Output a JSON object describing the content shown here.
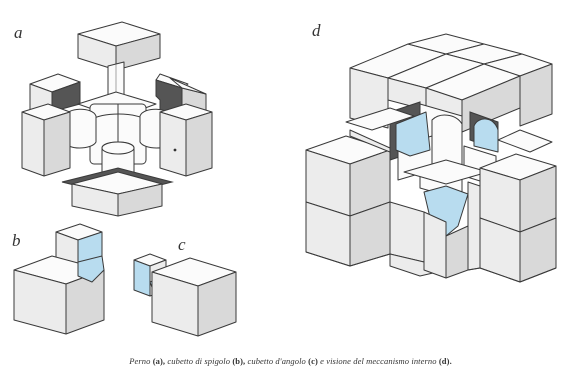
{
  "figure": {
    "labels": {
      "a": "a",
      "b": "b",
      "c": "c",
      "d": "d"
    },
    "caption": {
      "part1": "Perno",
      "tag1": "(a),",
      "part2": "cubetto di spigolo",
      "tag2": "(b),",
      "part3": "cubetto d'angolo",
      "tag3": "(c)",
      "part4": "e visione del meccanismo interno",
      "tag4": "(d)."
    }
  },
  "colors": {
    "line": "#3a3a3a",
    "face_top": "#fbfbfb",
    "face_left": "#ececec",
    "face_right": "#dcdcdc",
    "dark_groove": "#555555",
    "highlight_blue": "#b8dcef"
  }
}
